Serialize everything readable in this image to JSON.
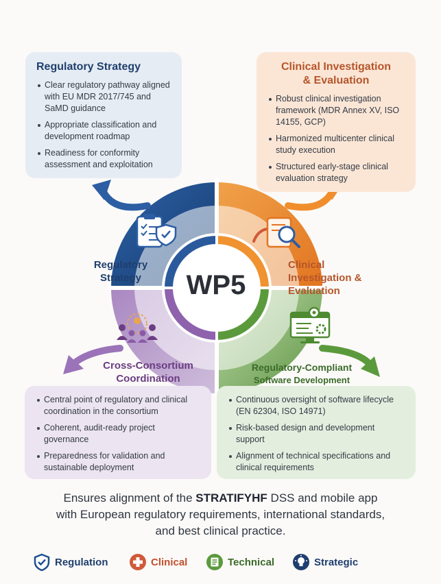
{
  "center": {
    "title": "WP5"
  },
  "cards": {
    "regulatory": {
      "title": "Regulatory Strategy",
      "items": [
        "Clear regulatory pathway aligned with EU MDR 2017/745 and SaMD guidance",
        "Appropriate classification and development roadmap",
        "Readiness for conformity assessment and exploitation"
      ]
    },
    "clinical": {
      "title_line1": "Clinical Investigation",
      "title_line2": "& Evaluation",
      "items": [
        "Robust clinical investigation framework (MDR Annex XV, ISO 14155, GCP)",
        "Harmonized multicenter clinical study execution",
        "Structured early-stage clinical evaluation strategy"
      ]
    },
    "coordination": {
      "items": [
        "Central point of regulatory and clinical coordination in the consortium",
        "Coherent, audit-ready project governance",
        "Preparedness for validation and sustainable deployment"
      ]
    },
    "software": {
      "items": [
        "Continuous oversight of software lifecycle (EN 62304, ISO 14971)",
        "Risk-based design and development support",
        "Alignment of technical specifications and clinical requirements"
      ]
    }
  },
  "segments": {
    "regulatory": {
      "line1": "Regulatory",
      "line2": "Strategy",
      "color": "#1f4f8f"
    },
    "clinical": {
      "line1": "Clinical",
      "line2": "Investigation &",
      "line3": "Evaluation",
      "color": "#ee8a2c"
    },
    "coordination": {
      "line1": "Cross-Consortium",
      "line2": "Coordination",
      "color": "#8a5aa8"
    },
    "software": {
      "line1": "Regulatory-Compliant",
      "line2": "Software Development",
      "color": "#5b9a3c"
    }
  },
  "summary": {
    "pre": "Ensures alignment of the ",
    "brand": "STRATIFYHF",
    "line1_post": " DSS and mobile app",
    "line2": "with European regulatory requirements, international standards,",
    "line3": "and best clinical practice."
  },
  "legend": [
    {
      "label": "Regulation",
      "icon": "shield-check-icon",
      "color": "#1f4f8f"
    },
    {
      "label": "Clinical",
      "icon": "medical-cross-icon",
      "color": "#d0593a"
    },
    {
      "label": "Technical",
      "icon": "document-icon",
      "color": "#5b9a3c"
    },
    {
      "label": "Strategic",
      "icon": "lightbulb-icon",
      "color": "#1f3f6e"
    }
  ]
}
